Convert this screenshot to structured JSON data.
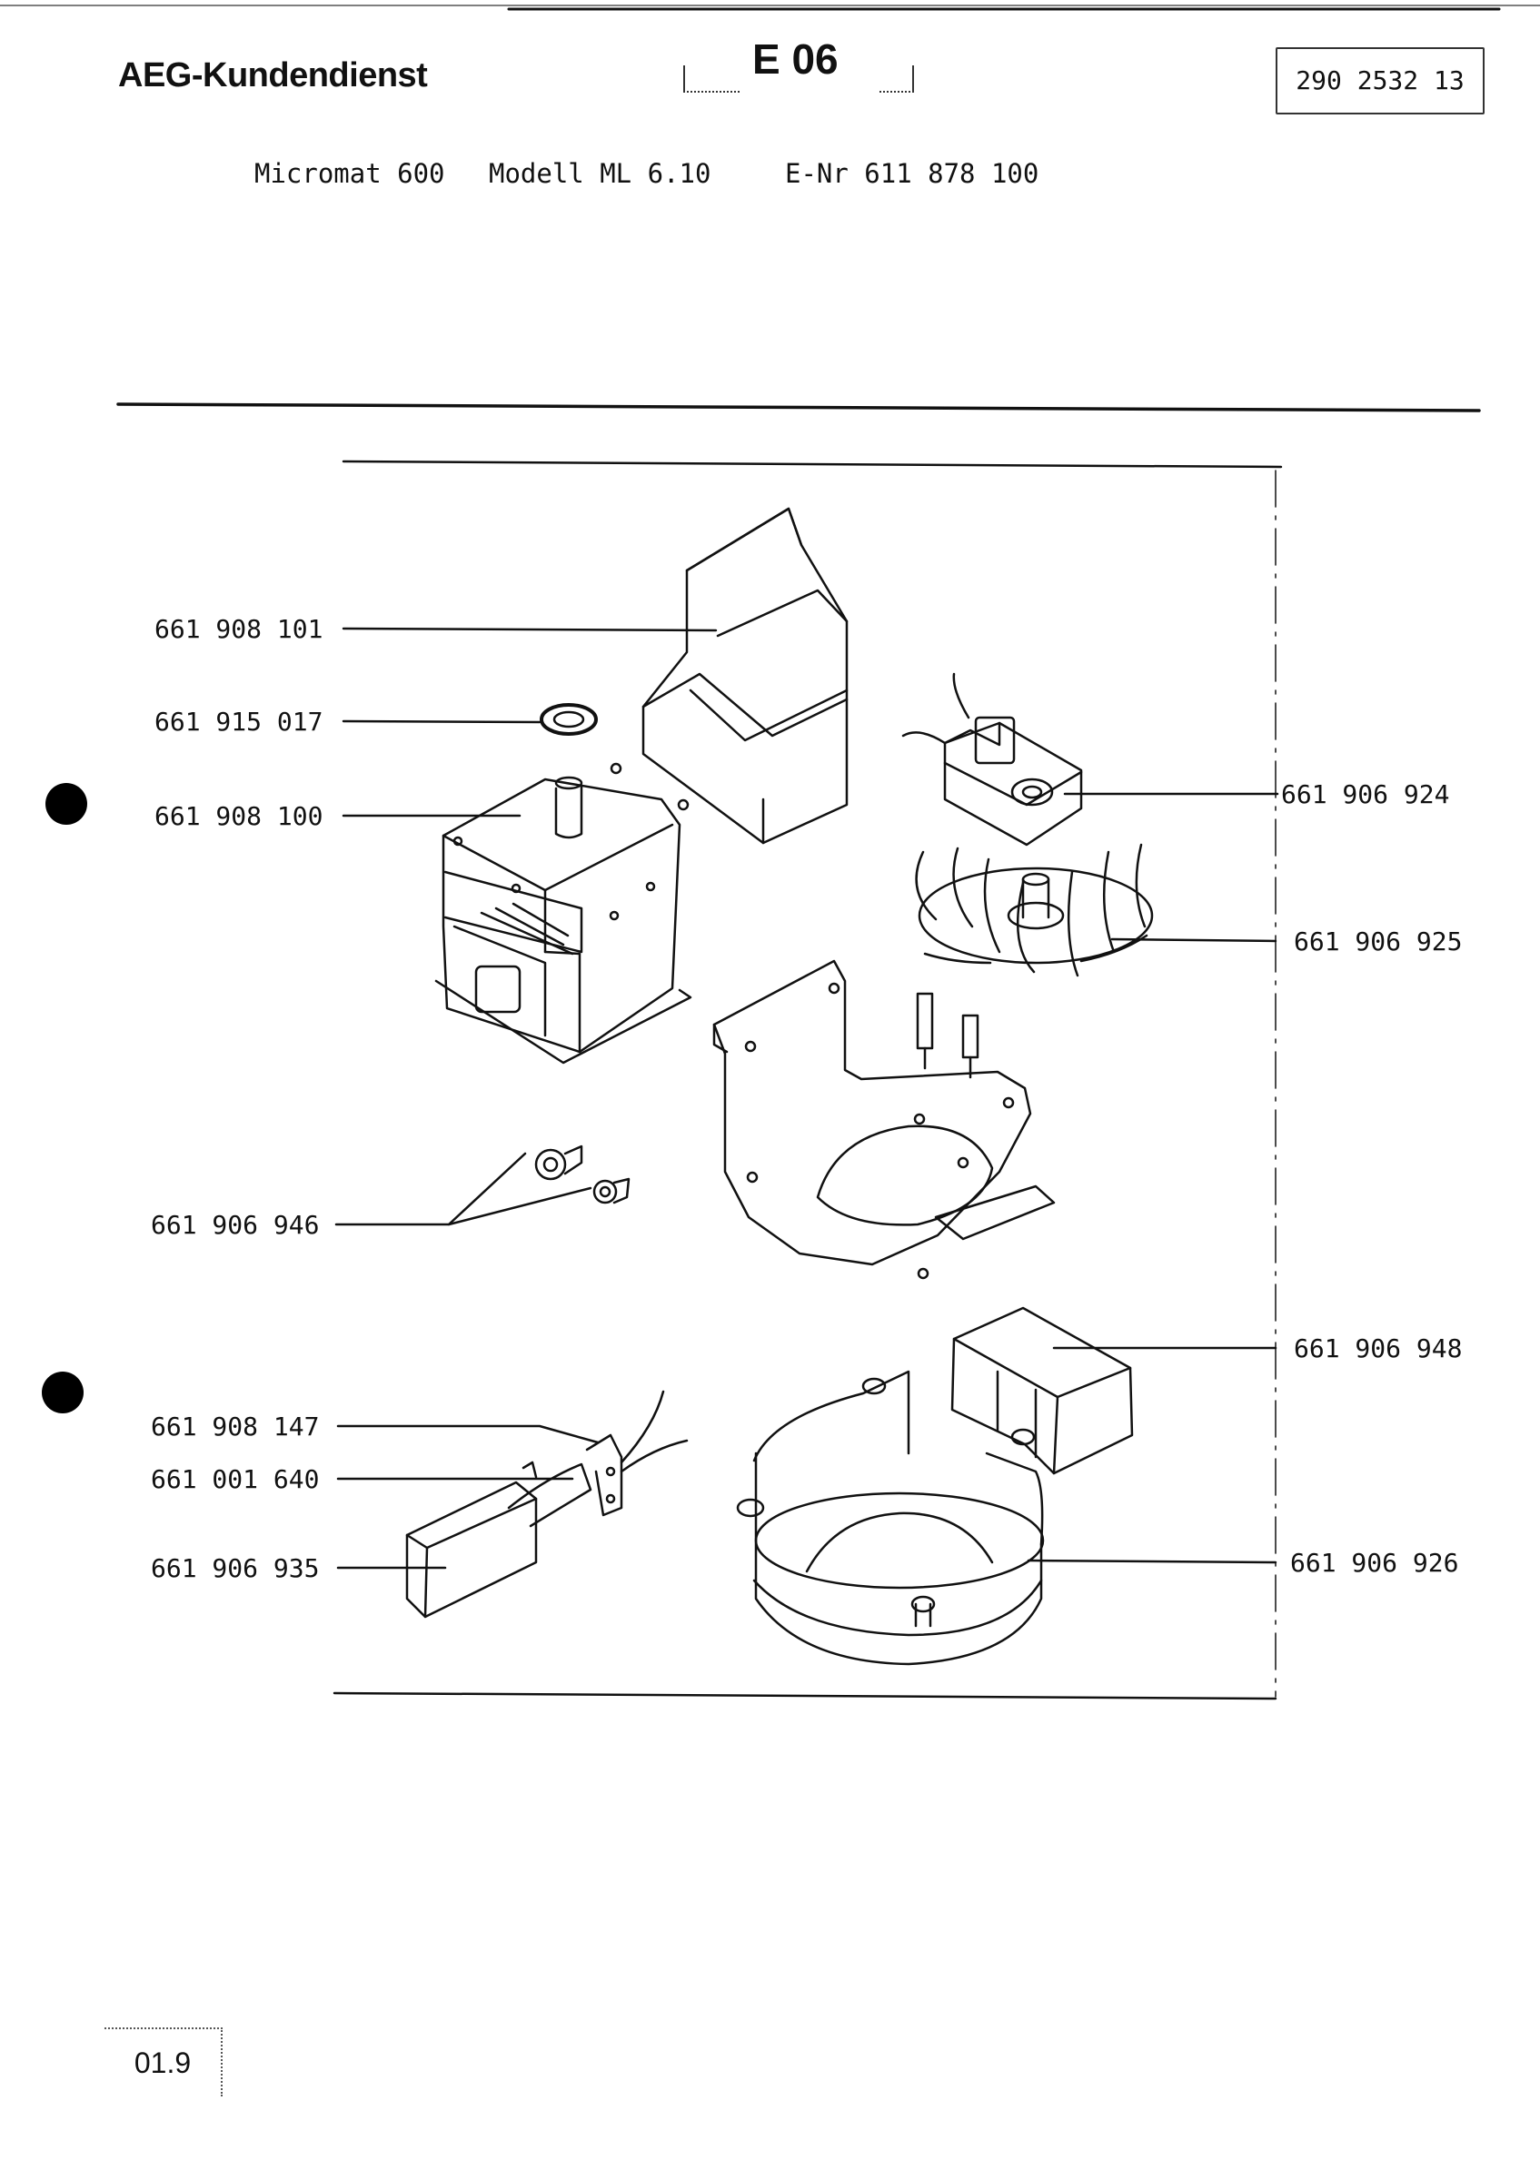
{
  "header": {
    "brand": "AEG-Kundendienst",
    "section_code": "E 06",
    "document_number": "290 2532 13"
  },
  "product": {
    "name": "Micromat 600",
    "model": "Modell ML 6.10",
    "e_number": "E-Nr 611 878 100"
  },
  "callouts": {
    "wave_guide": "661 908 101",
    "gasket_ring": "661 915 017",
    "magnetron": "661 908 100",
    "fan_motor": "661 906 924",
    "fan_wheel": "661 906 925",
    "thermal_fuse": "661 906 946",
    "air_duct": "661 906 948",
    "lamp_holder": "661 908 147",
    "lamp": "661 001 640",
    "lamp_cover": "661 906 935",
    "fan_housing": "661 906 926"
  },
  "footer": {
    "page_number": "01.9"
  }
}
